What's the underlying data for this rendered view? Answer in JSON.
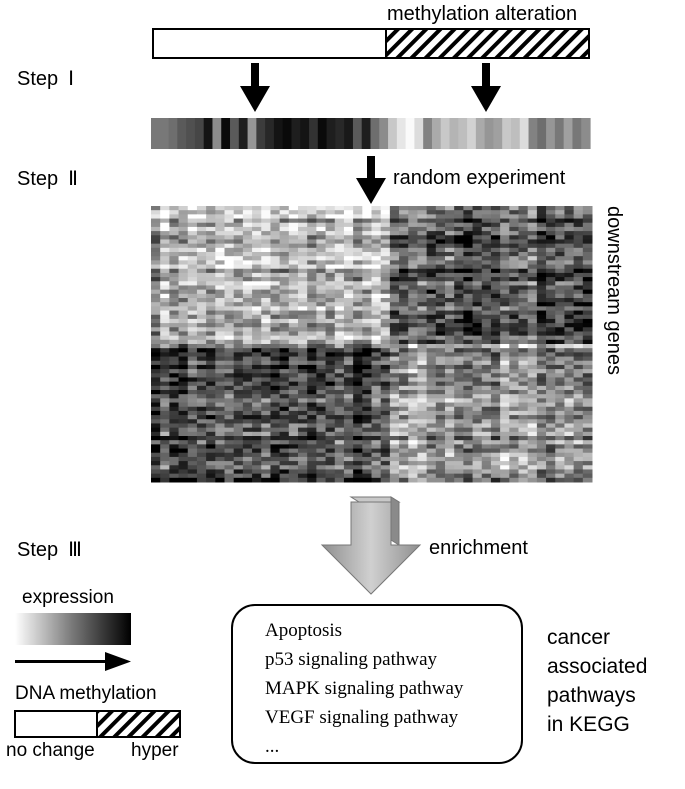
{
  "labels": {
    "methylation_alteration": "methylation alteration",
    "random_experiment": "random experiment",
    "downstream_genes": "downstream genes",
    "enrichment": "enrichment",
    "expression": "expression",
    "dna_methylation": "DNA methylation",
    "no_change": "no change",
    "hyper": "hyper"
  },
  "steps": [
    {
      "word": "Step",
      "numeral": "Ⅰ"
    },
    {
      "word": "Step",
      "numeral": "Ⅱ"
    },
    {
      "word": "Step",
      "numeral": "Ⅲ"
    }
  ],
  "pathways": [
    "Apoptosis",
    "p53 signaling pathway",
    "MAPK signaling pathway",
    "VEGF signaling pathway",
    "..."
  ],
  "kegg_note": [
    "cancer",
    "associated",
    "pathways",
    "in KEGG"
  ],
  "colors": {
    "arrow": "#000000",
    "enrichment_arrow": "#a9a9a9",
    "hatch": "#000000"
  }
}
